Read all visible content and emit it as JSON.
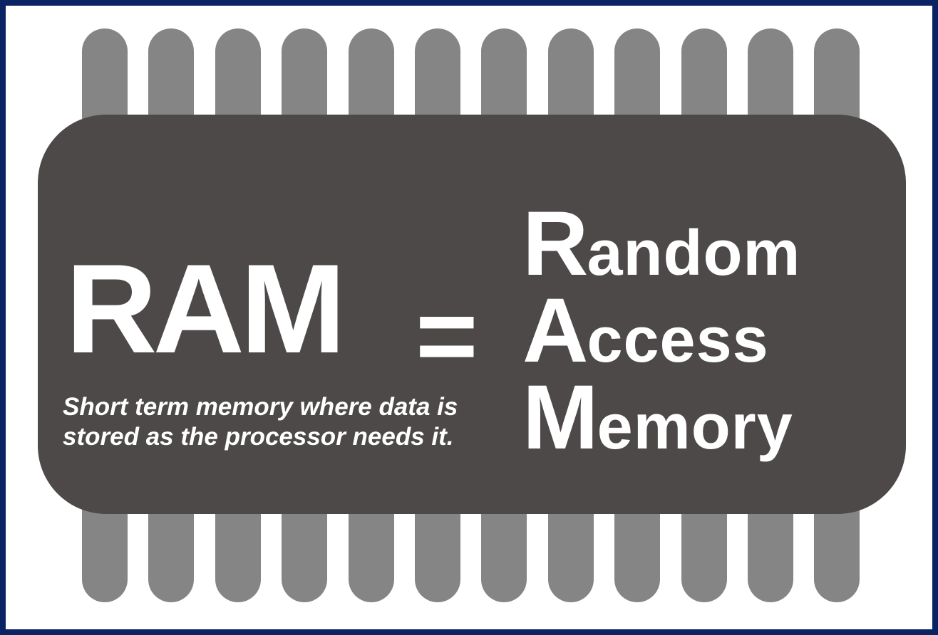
{
  "graphic": {
    "abbreviation": "RAM",
    "equals": "=",
    "description_lines": [
      "Short term memory where data is",
      "stored as the processor needs it."
    ],
    "expansion": [
      {
        "initial": "R",
        "rest": "andom"
      },
      {
        "initial": "A",
        "rest": "ccess"
      },
      {
        "initial": "M",
        "rest": "emory"
      }
    ]
  },
  "chip": {
    "pins_per_side": 12,
    "body_color": "#4d4949",
    "pin_color": "#858585",
    "frame_color": "#0a2463"
  }
}
